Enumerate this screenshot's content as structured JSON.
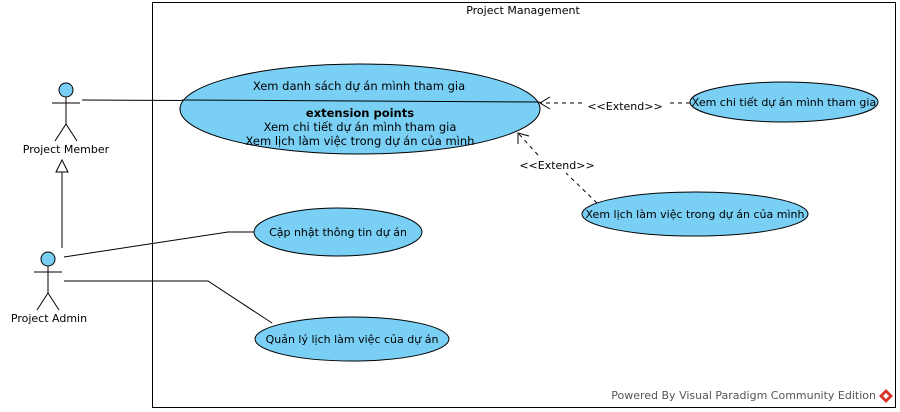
{
  "system": {
    "title": "Project Management"
  },
  "actors": {
    "member": "Project Member",
    "admin": "Project Admin"
  },
  "use_cases": {
    "main": {
      "title": "Xem danh sách dự án mình tham gia",
      "ext_heading": "extension points",
      "ext_1": "Xem chi tiết dự án mình tham gia",
      "ext_2": "Xem lịch làm việc trong dự án của mình"
    },
    "detail": "Xem chi tiết dự án mình tham gia",
    "schedule": "Xem lịch làm việc trong dự án của mình",
    "update": "Cập nhật thông tin dự án",
    "manage": "Quản lý lịch làm việc của dự án"
  },
  "relations": {
    "extend_1": "<<Extend>>",
    "extend_2": "<<Extend>>"
  },
  "footer": {
    "text": "Powered By Visual Paradigm Community Edition"
  },
  "colors": {
    "usecase_fill": "#7ACFF5",
    "stroke": "#000000",
    "logo": "#d9342b"
  }
}
